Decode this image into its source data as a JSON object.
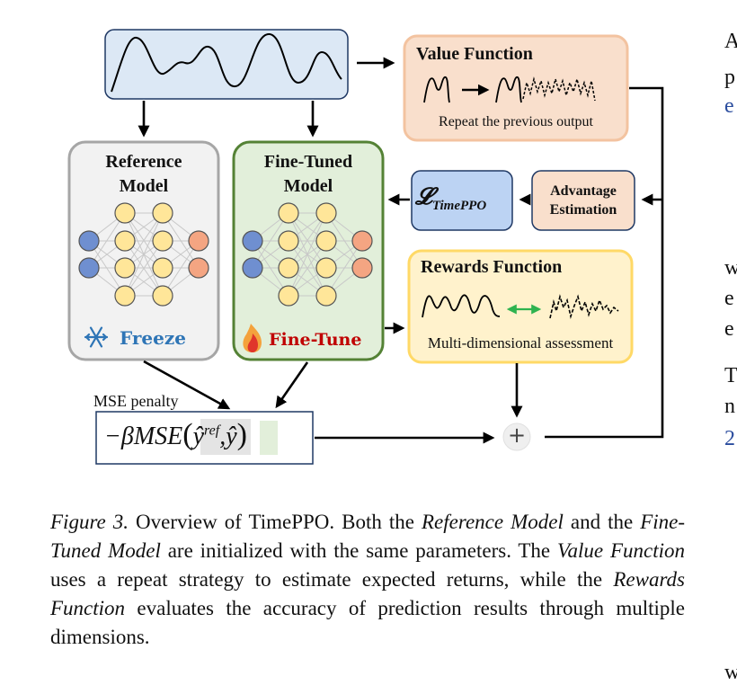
{
  "diagram": {
    "value_function": {
      "title": "Value Function",
      "subtitle": "Repeat the previous output"
    },
    "reference_model": {
      "title_line1": "Reference",
      "title_line2": "Model",
      "status": "Freeze"
    },
    "fine_tuned_model": {
      "title_line1": "Fine-Tuned",
      "title_line2": "Model",
      "status": "Fine-Tune"
    },
    "loss": {
      "symbol": "𝓛",
      "subscript": "TimePPO"
    },
    "advantage": {
      "line1": "Advantage",
      "line2": "Estimation"
    },
    "rewards_function": {
      "title": "Rewards Function",
      "subtitle": "Multi-dimensional assessment"
    },
    "mse": {
      "label": "MSE penalty",
      "formula_prefix": "−βMSE",
      "y_ref": "ŷ",
      "y_ref_sup": "ref",
      "comma": ",",
      "y_hat": "ŷ"
    },
    "sum_symbol": "+"
  },
  "caption": {
    "figure_label": "Figure 3.",
    "t1": " Overview of TimePPO. Both the ",
    "i1": "Reference Model",
    "t2": " and the ",
    "i2": "Fine-Tuned Model",
    "t3": " are initialized with the same parameters. The ",
    "i3": "Value Function",
    "t4": " uses a repeat strategy to estimate expected returns, while the ",
    "i4": "Rewards Function",
    "t5": " evaluates the accuracy of prediction results through multiple dimensions."
  },
  "right_edge_fragments": [
    "A",
    "p",
    "e",
    "w",
    "e",
    "e",
    "T",
    "n",
    "2",
    "w"
  ],
  "colors": {
    "input_fill": "#dce8f5",
    "value_fill": "#f9dfcc",
    "value_border": "#f3c3a0",
    "ref_fill": "#f2f2f2",
    "ref_border": "#a6a6a6",
    "ft_fill": "#e2efda",
    "ft_border": "#548235",
    "loss_fill": "#bcd3f3",
    "adv_fill": "#f9dfcc",
    "reward_fill": "#fff2cc",
    "reward_border": "#ffd966",
    "node_blue": "#6f8fd0",
    "node_yellow": "#ffe699",
    "node_orange": "#f4a582",
    "freeze_blue": "#2e75b6",
    "finetune_red": "#c00000",
    "arrow_green": "#2eb34f"
  }
}
